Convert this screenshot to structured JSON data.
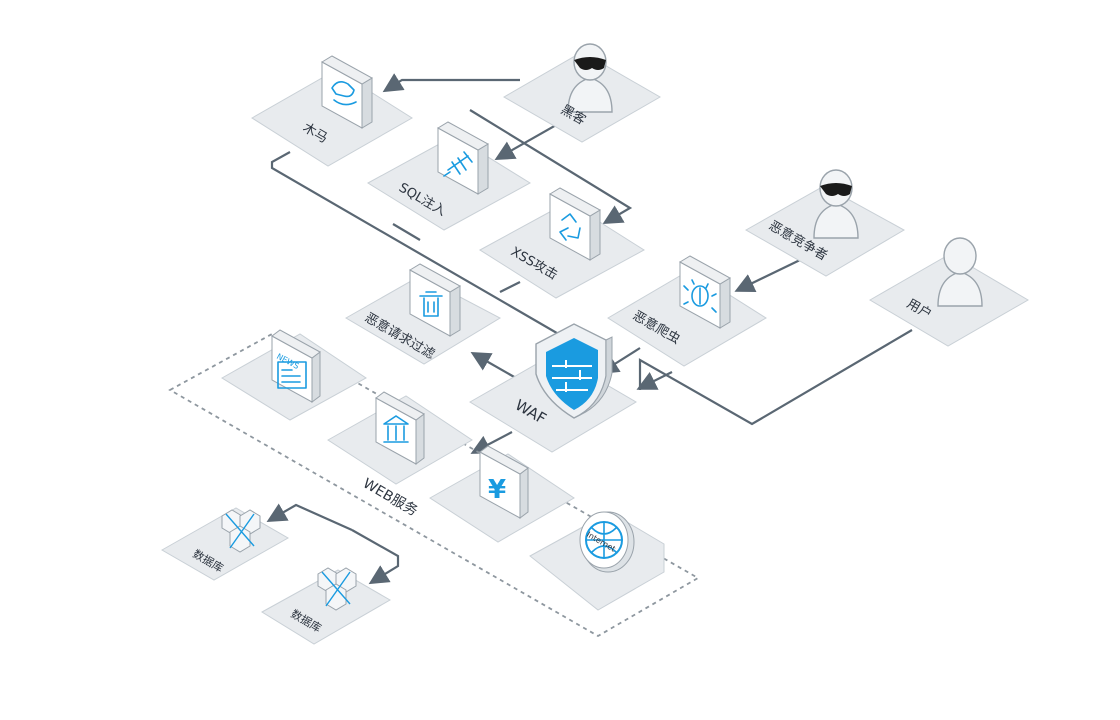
{
  "colors": {
    "line": "#5a6773",
    "tile": "#e8ebee",
    "tile_stroke": "#c9d0d6",
    "accent": "#1a9be0",
    "dash": "#8e979f"
  },
  "labels": {
    "trojan": "木马",
    "sql": "SQL注入",
    "xss": "XSS攻击",
    "hacker": "黑客",
    "competitor": "恶意竞争者",
    "user": "用户",
    "crawler": "恶意爬虫",
    "filter": "恶意请求过滤",
    "waf": "WAF",
    "web": "WEB服务",
    "db1": "数据库",
    "db2": "数据库"
  },
  "icon_text": {
    "news": "NEWS",
    "yen": "¥",
    "internet": "Internet"
  },
  "icons": {
    "trojan": "rocking-horse-icon",
    "sql": "syringe-icon",
    "xss": "recycle-icon",
    "crawler": "bug-icon",
    "filter": "trash-icon",
    "waf": "shield-firewall-icon",
    "news": "newspaper-icon",
    "bank": "bank-icon",
    "yen": "yen-icon",
    "internet": "globe-icon",
    "db": "hexagon-cluster-icon",
    "hacker": "masked-person-icon",
    "user": "person-icon"
  }
}
